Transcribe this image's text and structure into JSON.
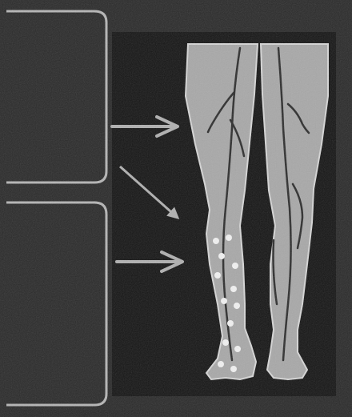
{
  "figure": {
    "panels": [
      {
        "id": "upper-callout",
        "text": ""
      },
      {
        "id": "lower-callout",
        "text": ""
      }
    ],
    "arrows": [
      {
        "id": "arrow-thigh",
        "from": "upper-callout",
        "to": "thigh"
      },
      {
        "id": "arrow-knee",
        "from": "upper-callout",
        "to": "knee"
      },
      {
        "id": "arrow-calf",
        "from": "lower-callout",
        "to": "calf"
      }
    ],
    "illustration": {
      "subject": "legs-vein-diagram",
      "leg_color": "#a8a8a8",
      "vein_color": "#2c2c2c",
      "spot_color": "#f2f2f2",
      "background_color": "#151515"
    },
    "colors": {
      "page_background": "#2a2a2a",
      "panel_outline": "#b5b5b5",
      "arrow": "#b0b0b0"
    }
  }
}
